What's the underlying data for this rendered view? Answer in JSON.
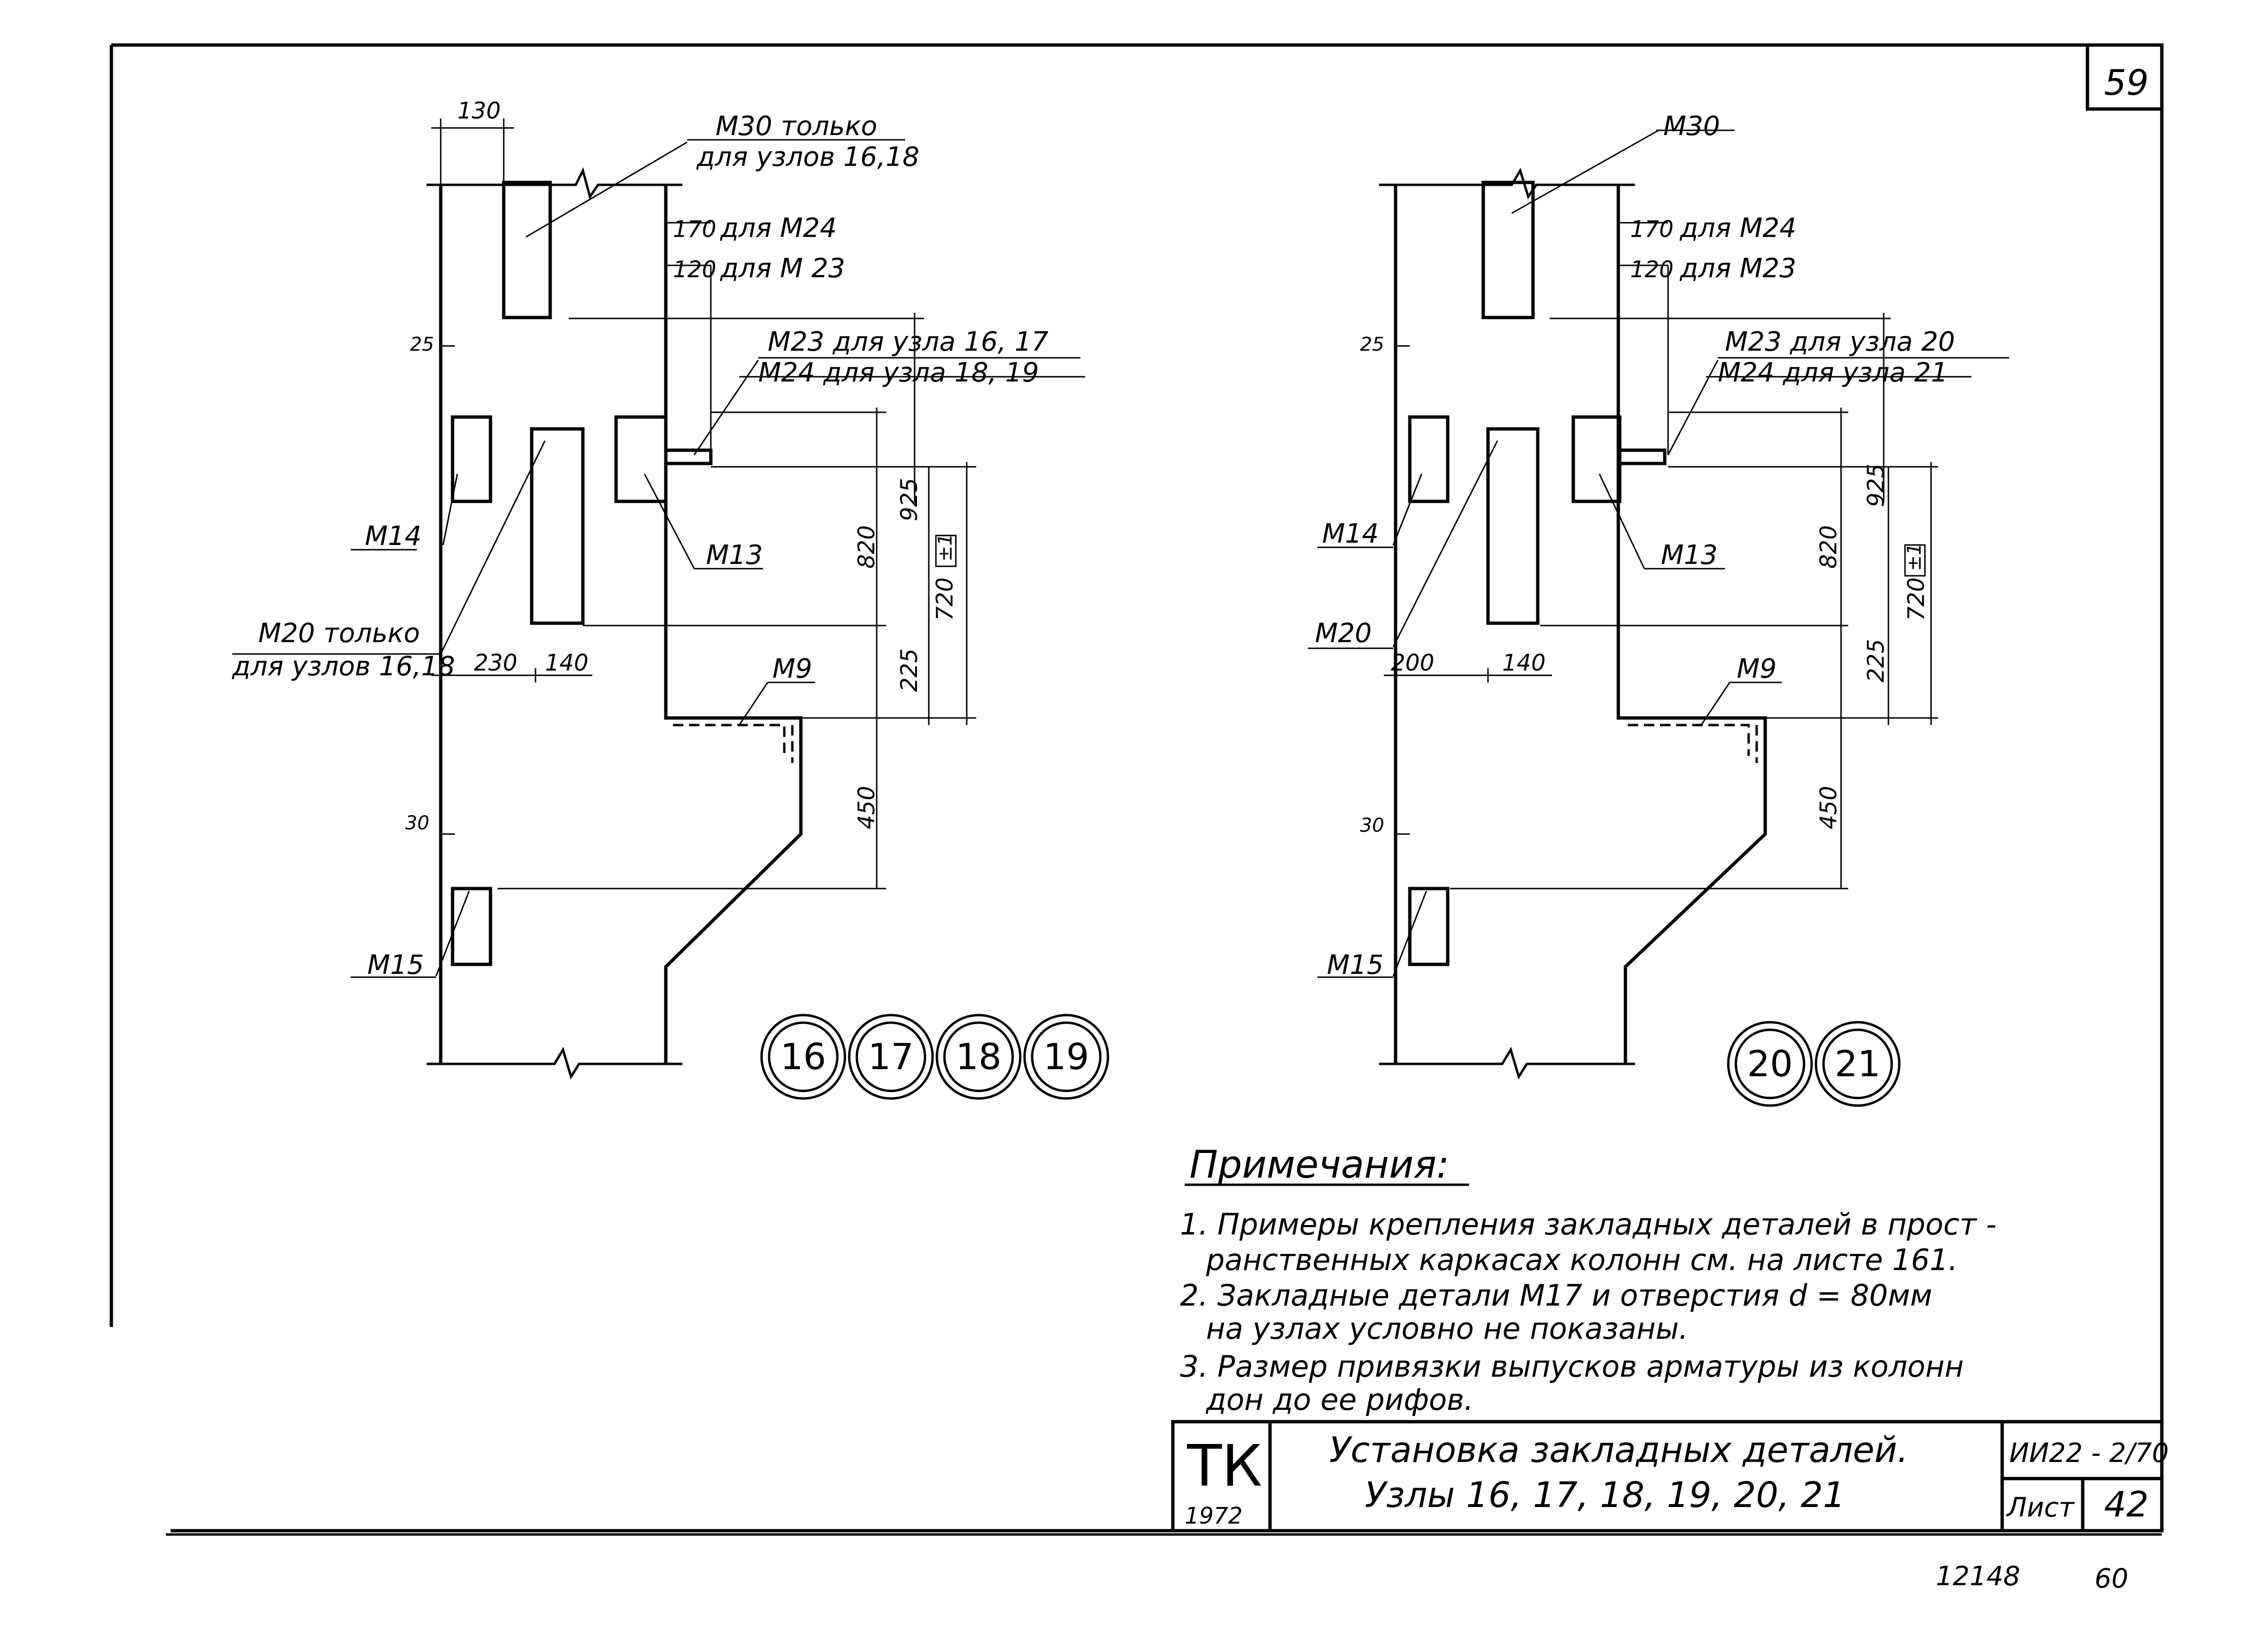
{
  "sheet_number": "59",
  "left_node": {
    "top_label_line1": "М30 только",
    "top_label_line2": "для узлов 16,18",
    "dim_top_width": "130",
    "dim_170": "170",
    "dim_170_label": "для М24",
    "dim_120": "120",
    "dim_120_label": "для М 23",
    "m23_label": "М23 для узла  16, 17",
    "m24_label": "М24 для узла 18, 19",
    "dim_25": "25",
    "m14": "М14",
    "m13": "М13",
    "m20_line1": "М20 только",
    "m20_line2": "для узлов 16,18",
    "dim_230": "230",
    "dim_140": "140",
    "dim_820": "820",
    "dim_925": "925",
    "dim_720": "720",
    "tol": "±1",
    "dim_225": "225",
    "m9": "М9",
    "dim_450": "450",
    "dim_30": "30",
    "m15": "М15",
    "circles": [
      "16",
      "17",
      "18",
      "19"
    ]
  },
  "right_node": {
    "top_label": "М30",
    "dim_170": "170",
    "dim_170_label": "для М24",
    "dim_120": "120",
    "dim_120_label": "для М23",
    "m23_label": "М23 для узла 20",
    "m24_label": "М24 для узла 21",
    "dim_25": "25",
    "m14": "М14",
    "m13": "М13",
    "m20": "М20",
    "dim_200": "200",
    "dim_140": "140",
    "dim_820": "820",
    "dim_925": "925",
    "dim_720": "720",
    "tol": "±1",
    "dim_225": "225",
    "m9": "М9",
    "dim_450": "450",
    "dim_30": "30",
    "m15": "М15",
    "circles": [
      "20",
      "21"
    ]
  },
  "notes": {
    "heading": "Примечания:",
    "lines": [
      "1. Примеры крепления закладных  деталей в прост -",
      "ранственных  каркасах  колонн  см. на листе  161.",
      "2. Закладные  детали  М17 и  отверстия  d = 80мм",
      "на узлах  условно  не  показаны.",
      "3. Размер  привязки выпусков арматуры из колонн",
      "дон до ее  рифов."
    ]
  },
  "title_block": {
    "logo": "ТК",
    "year": "1972",
    "title_line1": "Установка закладных деталей.",
    "title_line2": "Узлы 16, 17, 18, 19, 20, 21",
    "code": "ИИ22 - 2/70",
    "sheet_label": "Лист",
    "sheet_no": "42"
  },
  "footer": {
    "left_number": "12148",
    "right_number": "60"
  }
}
